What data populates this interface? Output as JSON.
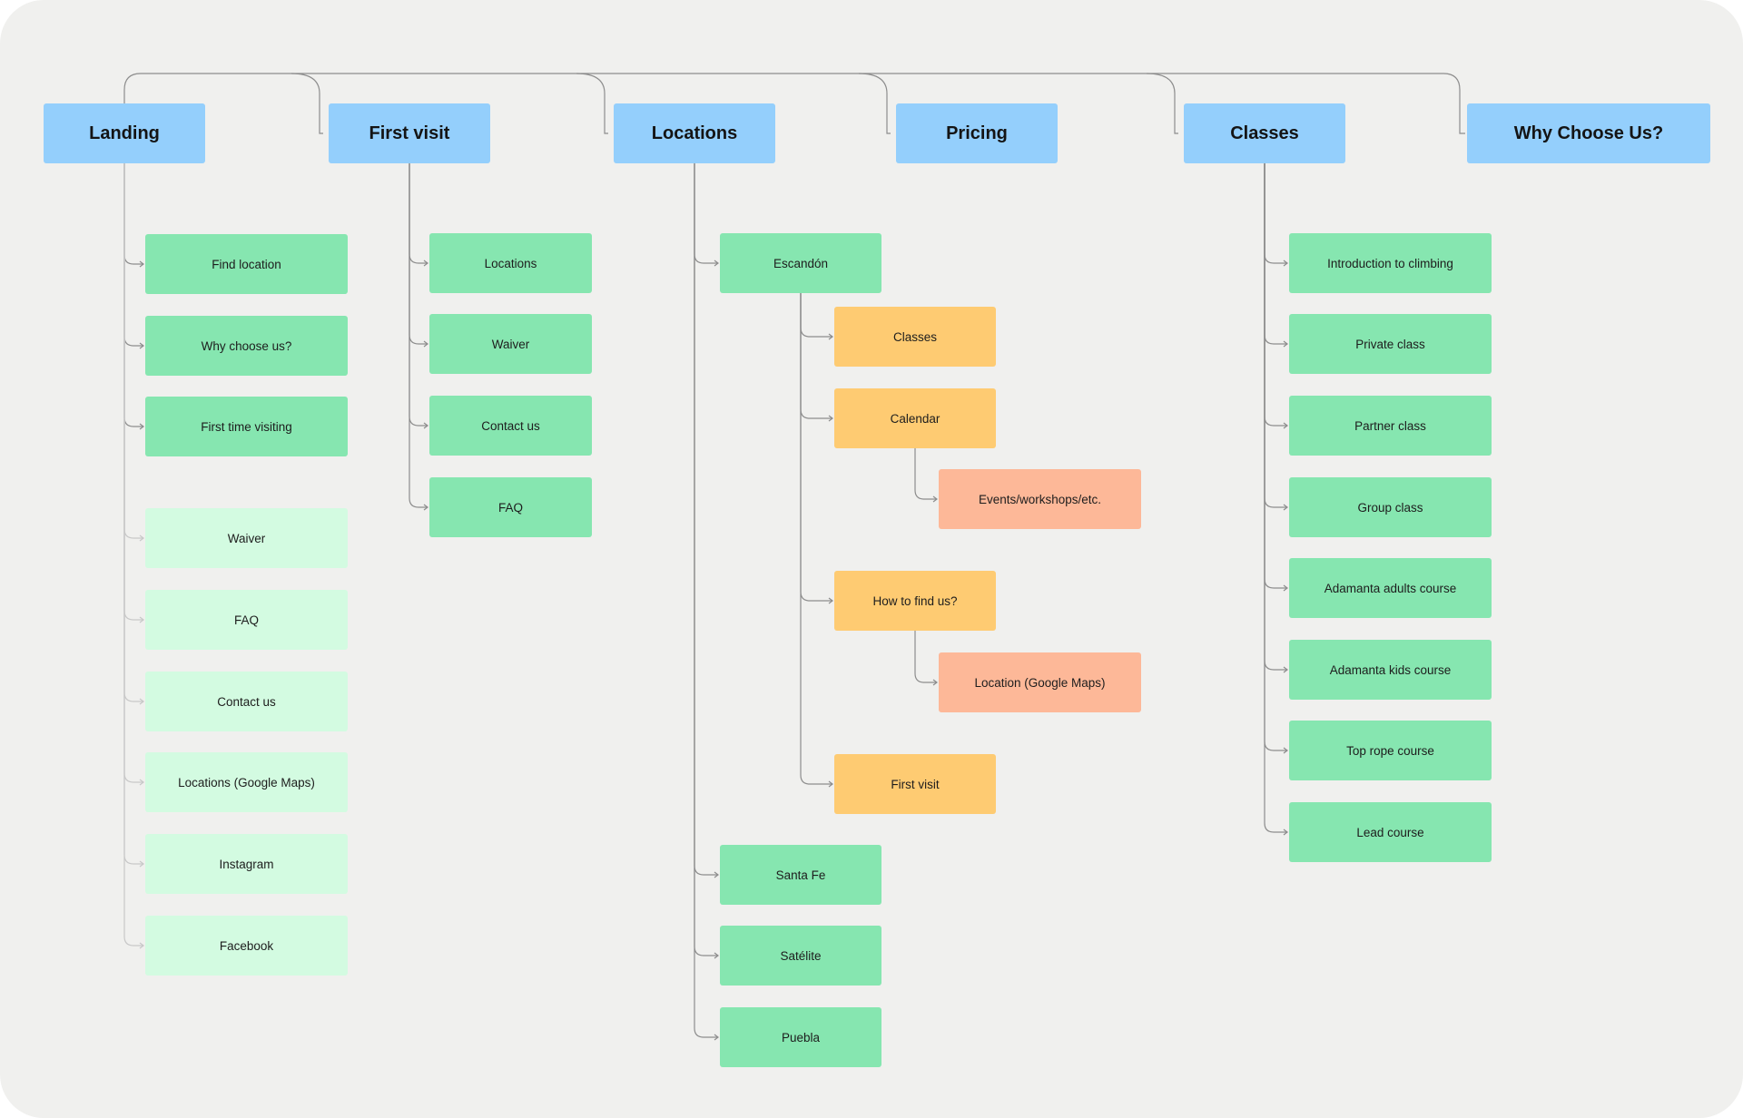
{
  "colors": {
    "background": "#f0f0ee",
    "root": "#94cffc",
    "level1": "#86e6b0",
    "level1_faded": "#d3fbe1",
    "level2": "#fecb72",
    "level3": "#fdb898",
    "connector": "#8d8d8d"
  },
  "diagram": {
    "roots": [
      {
        "id": "landing",
        "label": "Landing"
      },
      {
        "id": "first-visit",
        "label": "First visit"
      },
      {
        "id": "locations",
        "label": "Locations"
      },
      {
        "id": "pricing",
        "label": "Pricing"
      },
      {
        "id": "classes",
        "label": "Classes"
      },
      {
        "id": "why-choose-us",
        "label": "Why Choose Us?"
      }
    ],
    "landing_children": [
      {
        "label": "Find location",
        "style": "level1"
      },
      {
        "label": "Why choose us?",
        "style": "level1"
      },
      {
        "label": "First time visiting",
        "style": "level1"
      },
      {
        "label": "Waiver",
        "style": "level1_faded"
      },
      {
        "label": "FAQ",
        "style": "level1_faded"
      },
      {
        "label": "Contact us",
        "style": "level1_faded"
      },
      {
        "label": "Locations (Google Maps)",
        "style": "level1_faded"
      },
      {
        "label": "Instagram",
        "style": "level1_faded"
      },
      {
        "label": "Facebook",
        "style": "level1_faded"
      }
    ],
    "first_visit_children": [
      {
        "label": "Locations"
      },
      {
        "label": "Waiver"
      },
      {
        "label": "Contact us"
      },
      {
        "label": "FAQ"
      }
    ],
    "locations_children": [
      {
        "label": "Escandón",
        "children": [
          {
            "label": "Classes",
            "children": []
          },
          {
            "label": "Calendar",
            "children": [
              {
                "label": "Events/workshops/etc."
              }
            ]
          },
          {
            "label": "How to find us?",
            "children": [
              {
                "label": "Location (Google Maps)"
              }
            ]
          },
          {
            "label": "First visit",
            "children": []
          }
        ]
      },
      {
        "label": "Santa Fe",
        "children": []
      },
      {
        "label": "Satélite",
        "children": []
      },
      {
        "label": "Puebla",
        "children": []
      }
    ],
    "classes_children": [
      {
        "label": "Introduction to climbing"
      },
      {
        "label": "Private class"
      },
      {
        "label": "Partner class"
      },
      {
        "label": "Group class"
      },
      {
        "label": "Adamanta adults course"
      },
      {
        "label": "Adamanta kids course"
      },
      {
        "label": "Top rope course"
      },
      {
        "label": "Lead course"
      }
    ]
  }
}
